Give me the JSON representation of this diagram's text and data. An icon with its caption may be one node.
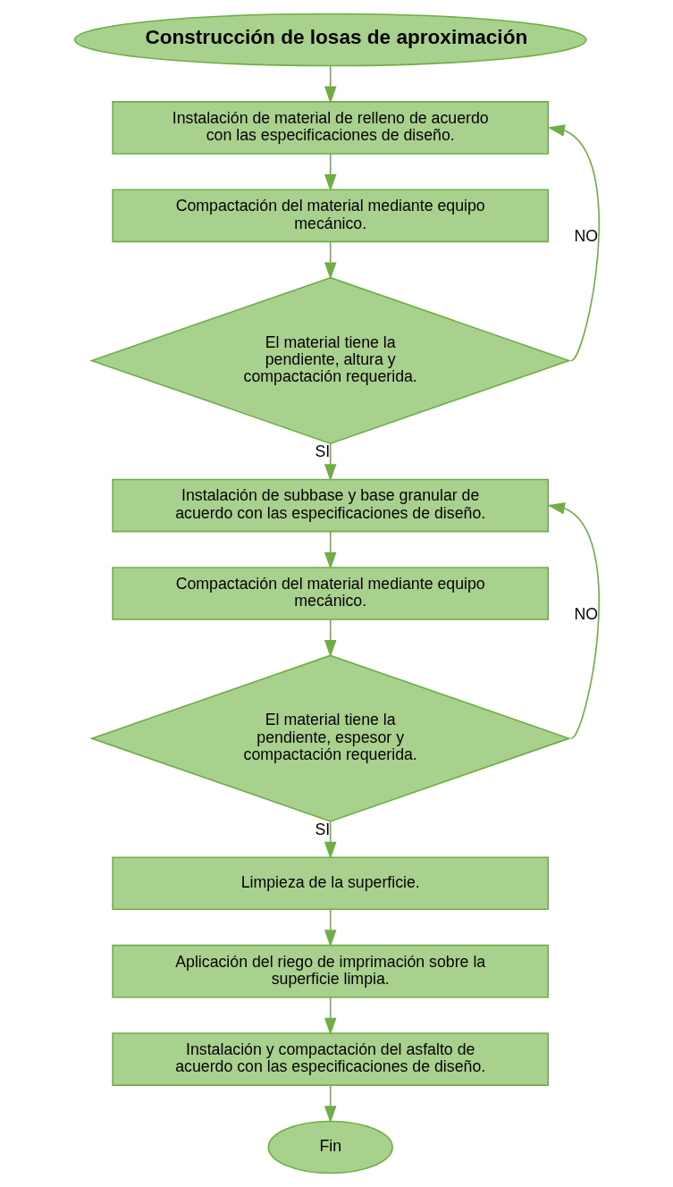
{
  "diagram": {
    "nodes": [
      {
        "text": [
          "Construcción de losas de aproximación"
        ]
      },
      {
        "text": [
          "Instalación de material de relleno de acuerdo con las especificaciones de diseño."
        ]
      },
      {
        "text": [
          "Compactación del material mediante equipo mecánico."
        ]
      },
      {
        "text": [
          "El material tiene la pendiente, altura y compactación requerida."
        ]
      },
      {
        "text": [
          "Instalación de subbase y base granular de acuerdo con las especificaciones de diseño."
        ]
      },
      {
        "text": [
          "Compactación del material mediante equipo mecánico."
        ]
      },
      {
        "text": [
          "El material tiene la pendiente, espesor y compactación requerida."
        ]
      },
      {
        "text": [
          "Limpieza de la superficie."
        ]
      },
      {
        "text": [
          "Aplicación del riego de imprimación sobre la superficie limpia."
        ]
      },
      {
        "text": [
          "Instalación y compactación del asfalto de acuerdo con las especificaciones de diseño."
        ]
      },
      {
        "text": [
          "Fin"
        ]
      }
    ],
    "edges": [
      {
        "from": 0,
        "to": 1,
        "arrow": "to"
      },
      {
        "from": 1,
        "to": 2,
        "arrow": "to"
      },
      {
        "from": 2,
        "to": 3,
        "arrow": "to"
      },
      {
        "from": 3,
        "to": 1,
        "arrow": "to",
        "label": "NO"
      },
      {
        "from": 3,
        "to": 4,
        "arrow": "to",
        "label": "SI"
      },
      {
        "from": 4,
        "to": 5,
        "arrow": "to"
      },
      {
        "from": 5,
        "to": 6,
        "arrow": "to"
      },
      {
        "from": 6,
        "to": 4,
        "arrow": "to",
        "label": "NO"
      },
      {
        "from": 6,
        "to": 7,
        "arrow": "to",
        "label": "SI"
      },
      {
        "from": 7,
        "to": 8,
        "arrow": "to"
      },
      {
        "from": 8,
        "to": 9,
        "arrow": "to"
      },
      {
        "from": 9,
        "to": 10,
        "arrow": "to"
      }
    ]
  }
}
